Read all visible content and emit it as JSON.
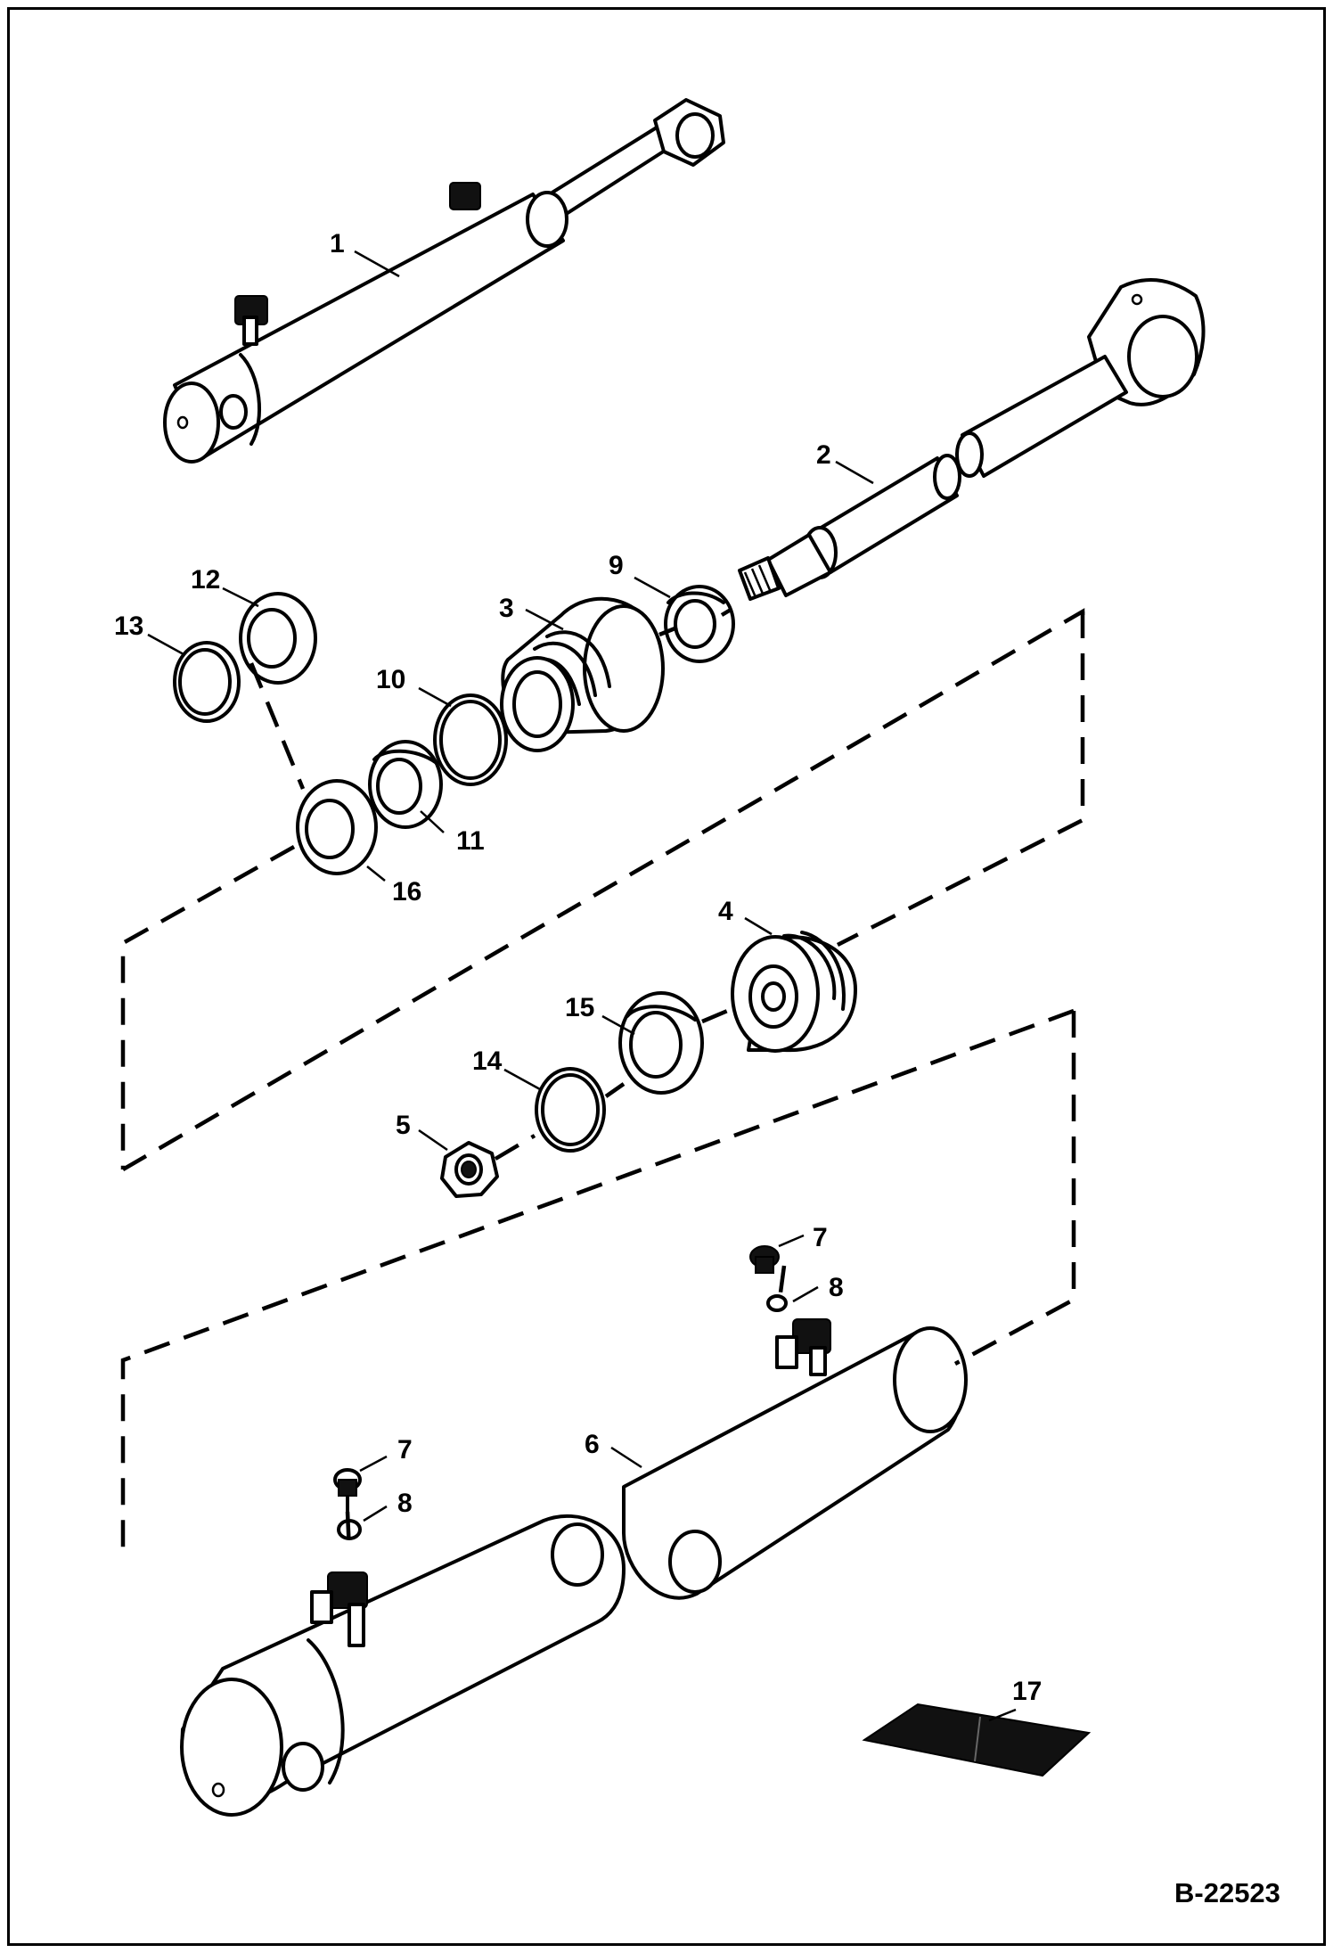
{
  "figure_ref": "B-22523",
  "callouts": [
    "1",
    "2",
    "3",
    "4",
    "5",
    "6",
    "7",
    "8",
    "9",
    "10",
    "11",
    "12",
    "13",
    "14",
    "15",
    "16",
    "17"
  ],
  "callouts_repeat": [
    "7",
    "8"
  ]
}
